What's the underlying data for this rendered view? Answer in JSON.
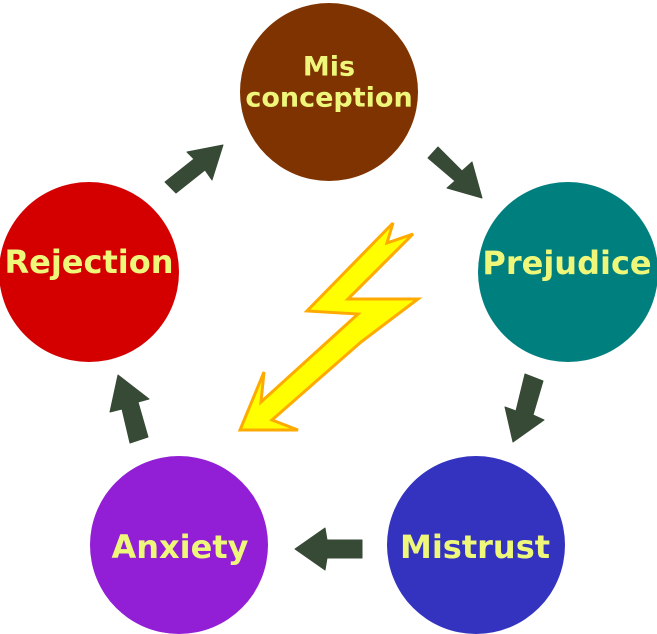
{
  "diagram": {
    "type": "cycle",
    "nodes": [
      {
        "id": "misconception",
        "lines": [
          "Mis",
          "conception"
        ],
        "color": "#7f3300"
      },
      {
        "id": "prejudice",
        "lines": [
          "Prejudice"
        ],
        "color": "#007f7f"
      },
      {
        "id": "mistrust",
        "lines": [
          "Mistrust"
        ],
        "color": "#3333c0"
      },
      {
        "id": "anxiety",
        "lines": [
          "Anxiety"
        ],
        "color": "#921fd6"
      },
      {
        "id": "rejection",
        "lines": [
          "Rejection"
        ],
        "color": "#d40000"
      }
    ],
    "edges": [
      {
        "from": "misconception",
        "to": "prejudice"
      },
      {
        "from": "prejudice",
        "to": "mistrust"
      },
      {
        "from": "mistrust",
        "to": "anxiety"
      },
      {
        "from": "anxiety",
        "to": "rejection"
      },
      {
        "from": "rejection",
        "to": "misconception"
      }
    ],
    "center_icon": "lightning-bolt-icon",
    "colors": {
      "label_text": "#eef77a",
      "arrow": "#374a36",
      "bolt_fill": "#ffff00",
      "bolt_stroke": "#ffaa00"
    }
  }
}
